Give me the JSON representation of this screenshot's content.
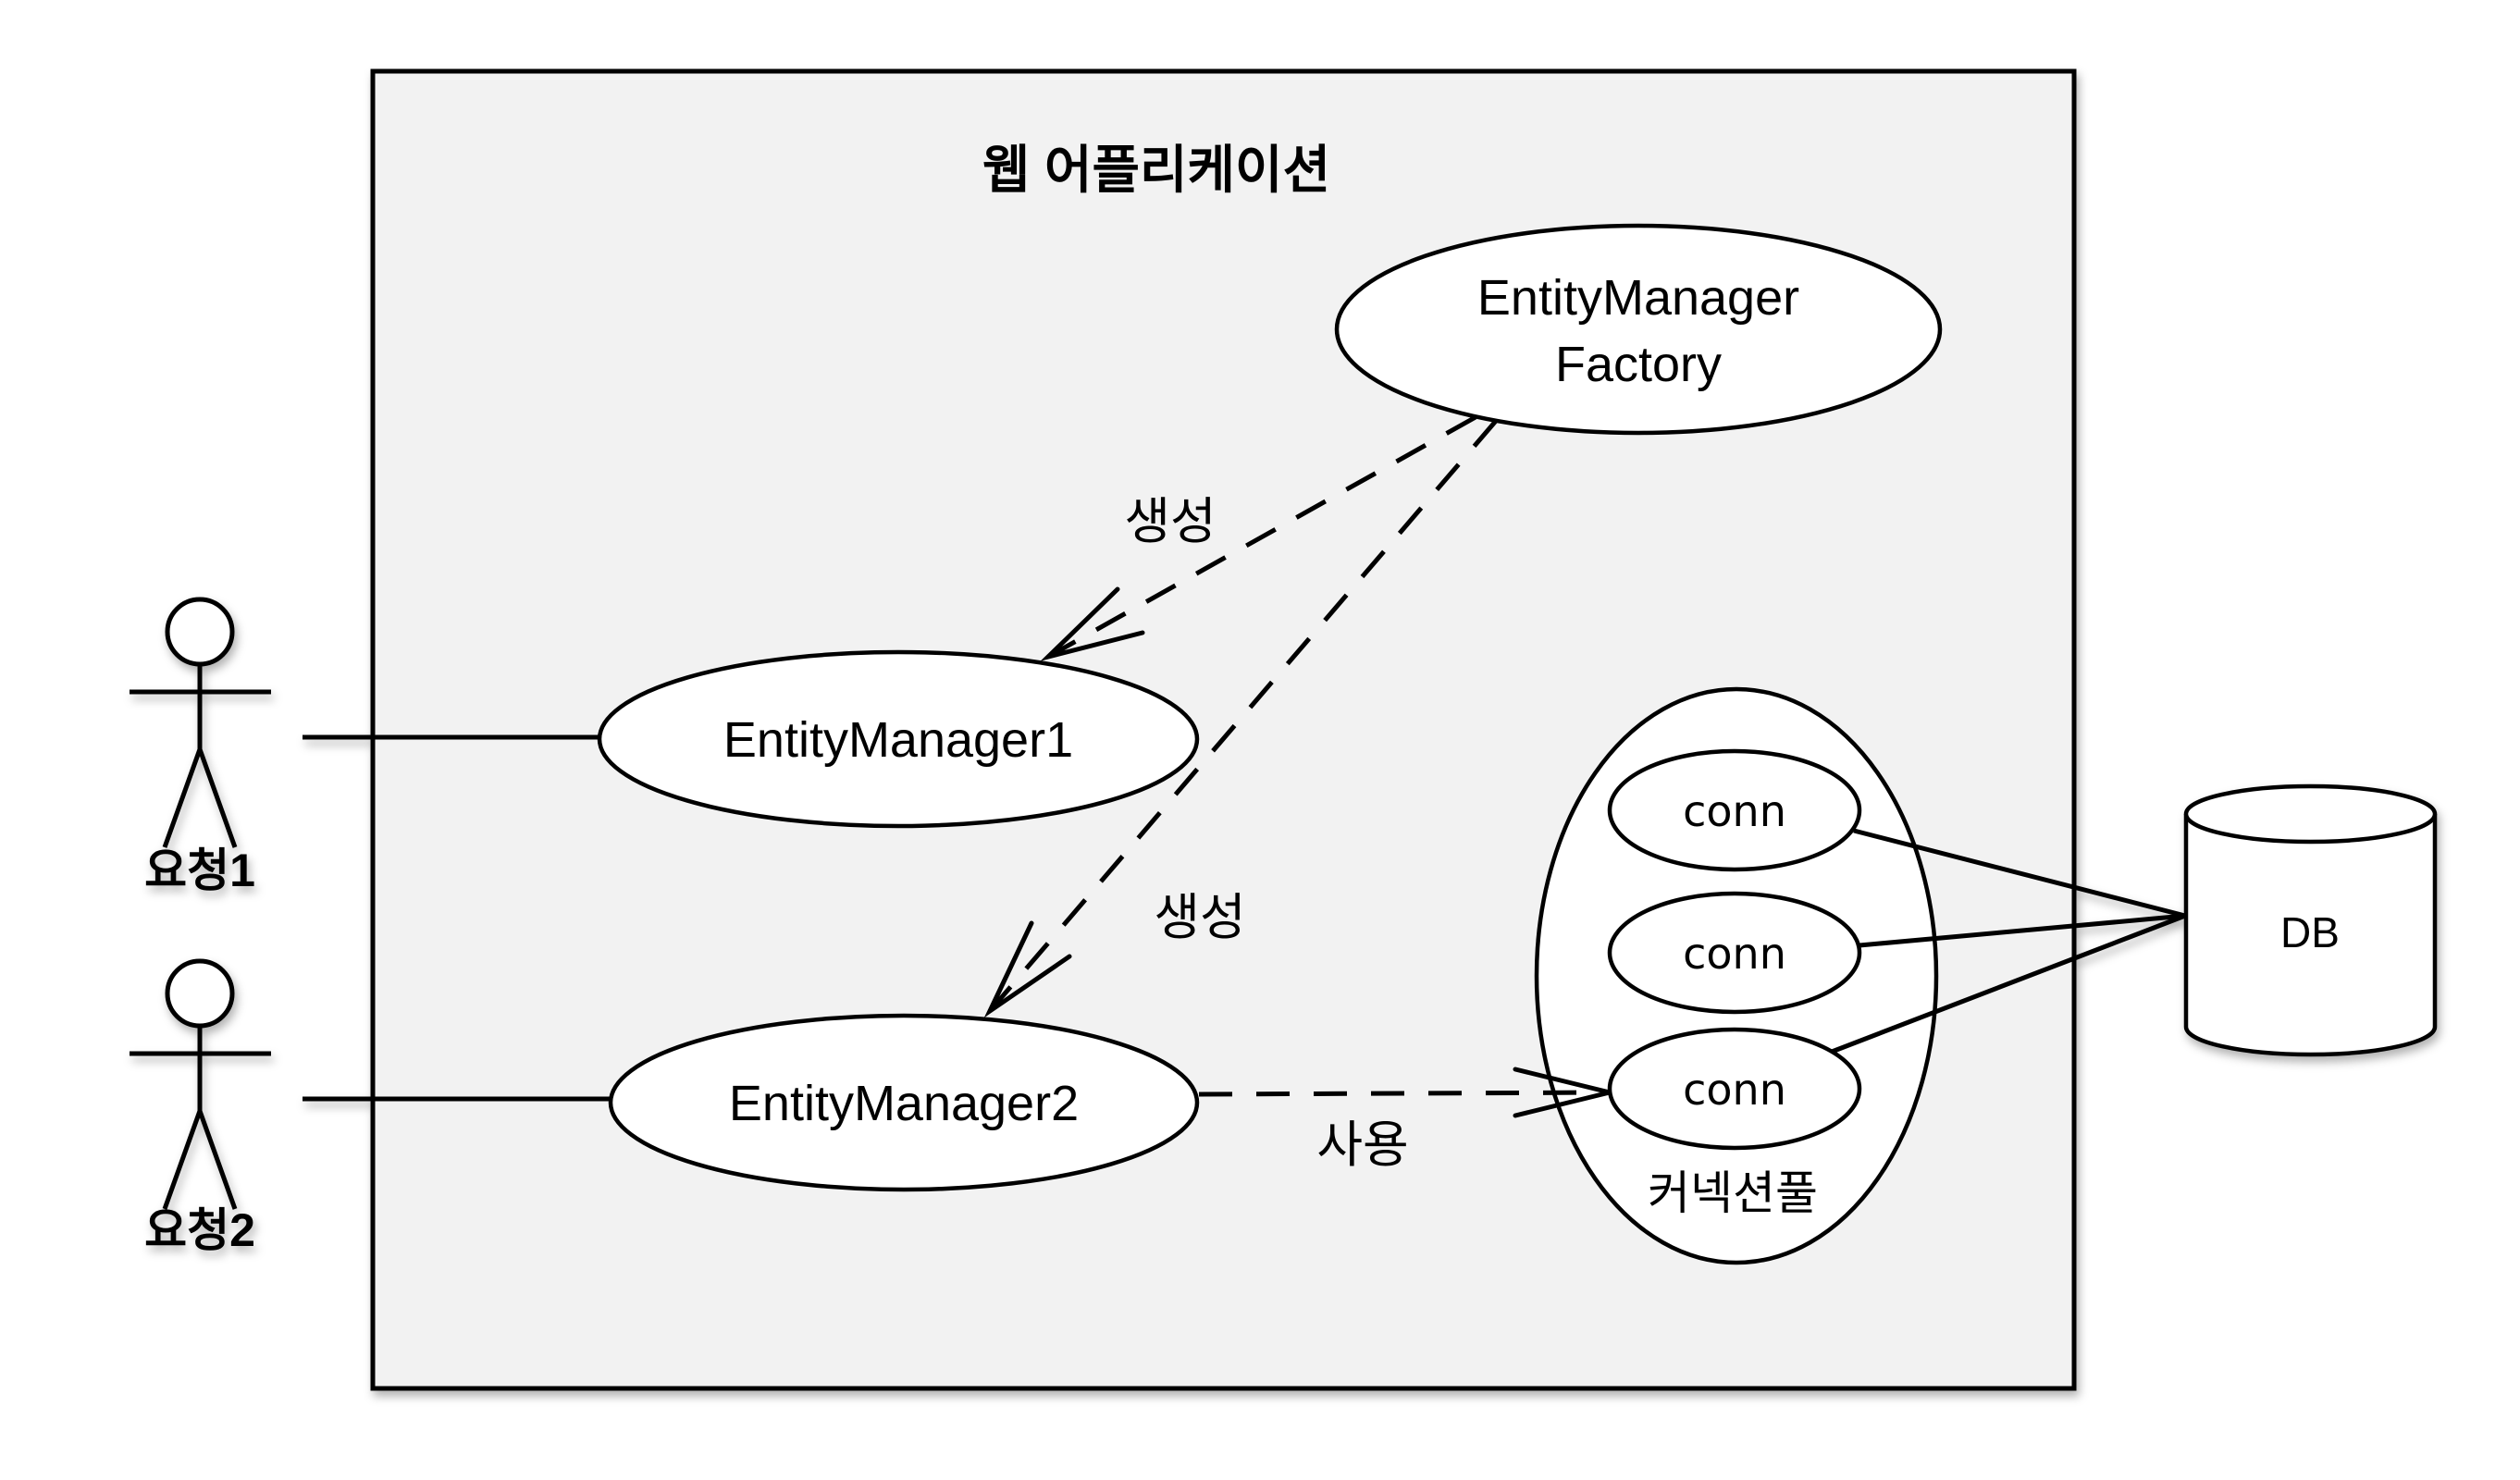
{
  "diagram": {
    "title": "웹 어플리케이션",
    "colors": {
      "page_background": "#ffffff",
      "container_fill": "#f2f2f2",
      "stroke": "#000000",
      "node_fill": "#ffffff"
    },
    "actors": [
      {
        "label": "요청1"
      },
      {
        "label": "요청2"
      }
    ],
    "nodes": {
      "entity_manager_factory": {
        "line1": "EntityManager",
        "line2": "Factory"
      },
      "entity_manager_1": {
        "label": "EntityManager1"
      },
      "entity_manager_2": {
        "label": "EntityManager2"
      },
      "connection_pool": {
        "label": "커넥션풀",
        "connections": [
          {
            "label": "conn"
          },
          {
            "label": "conn"
          },
          {
            "label": "conn"
          }
        ]
      },
      "database": {
        "label": "DB"
      }
    },
    "edges": {
      "create_em1": {
        "label": "생성",
        "type": "dashed-arrow",
        "from": "EntityManagerFactory",
        "to": "EntityManager1"
      },
      "create_em2": {
        "label": "생성",
        "type": "dashed-arrow",
        "from": "EntityManagerFactory",
        "to": "EntityManager2"
      },
      "use_conn": {
        "label": "사용",
        "type": "dashed-arrow",
        "from": "EntityManager2",
        "to": "conn"
      },
      "request1_em1": {
        "type": "solid-line",
        "from": "요청1",
        "to": "EntityManager1"
      },
      "request2_em2": {
        "type": "solid-line",
        "from": "요청2",
        "to": "EntityManager2"
      },
      "conn_db": {
        "type": "solid-line",
        "from": "conn",
        "to": "DB",
        "count": 3
      }
    }
  }
}
